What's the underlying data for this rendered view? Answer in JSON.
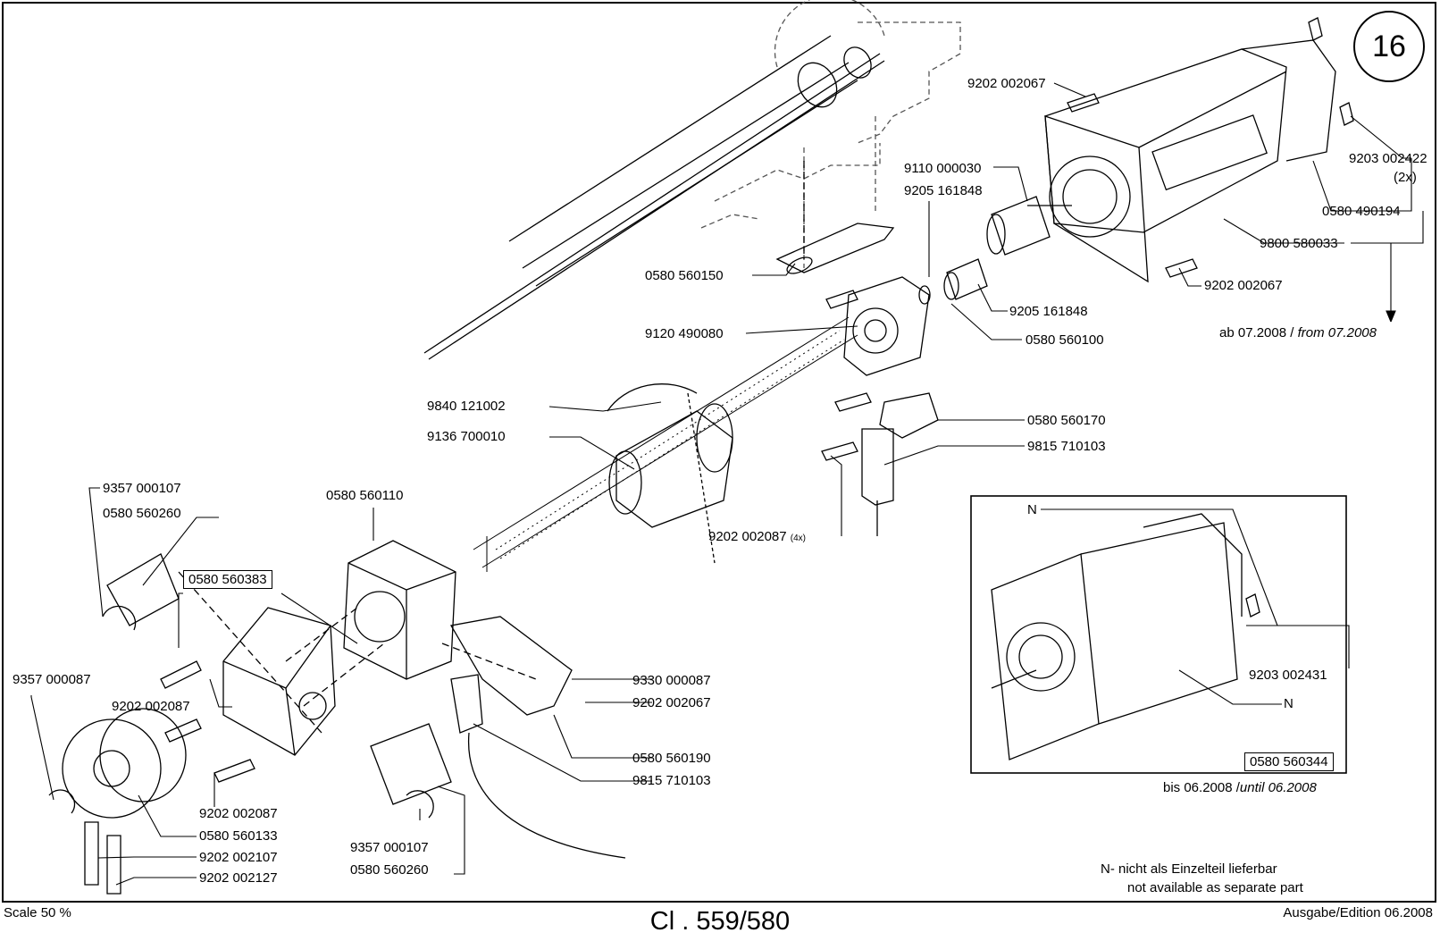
{
  "page_number": "16",
  "footer": {
    "scale": "Scale 50 %",
    "model": "Cl . 559/580",
    "edition": "Ausgabe/Edition 06.2008"
  },
  "labels": {
    "p_9202_002067_top": "9202 002067",
    "p_9203_002422": "9203 002422",
    "p_2x": "(2x)",
    "p_0580_490194": "0580 490194",
    "p_9800_580033": "9800 580033",
    "p_9202_002067_bottom": "9202 002067",
    "p_9110_000030": "9110 000030",
    "p_9205_161848_top": "9205 161848",
    "p_9205_161848_bottom": "9205 161848",
    "p_0580_560100": "0580 560100",
    "p_0580_560150": "0580 560150",
    "p_9120_490080": "9120 490080",
    "p_9840_121002": "9840 121002",
    "p_9136_700010": "9136 700010",
    "p_0580_560170": "0580 560170",
    "p_9815_710103_top": "9815 710103",
    "p_9202_002087_4x": "9202 002087",
    "p_4x": "(4x)",
    "p_9357_000107_left": "9357 000107",
    "p_0580_560260_left": "0580 560260",
    "p_0580_560110": "0580 560110",
    "p_0580_560383": "0580 560383",
    "p_9357_000087": "9357 000087",
    "p_9202_002087_mid": "9202 002087",
    "p_9202_002087_low": "9202 002087",
    "p_0580_560133": "0580 560133",
    "p_9202_002107": "9202 002107",
    "p_9202_002127": "9202 002127",
    "p_9357_000107_bottom": "9357 000107",
    "p_0580_560260_bottom": "0580 560260",
    "p_9330_000087": "9330 000087",
    "p_9202_002067_mid": "9202 002067",
    "p_0580_560190": "0580 560190",
    "p_9815_710103_bottom": "9815 710103",
    "p_9203_002431": "9203 002431",
    "p_0580_560344": "0580 560344",
    "inset_n_top": "N",
    "inset_n_bottom": "N"
  },
  "notes": {
    "from_de": "ab 07.2008 / ",
    "from_en": "from 07.2008",
    "until_de": "bis 06.2008 /",
    "until_en": "until 06.2008",
    "n_de": "N- nicht als Einzelteil lieferbar",
    "n_en": "not available as separate part"
  }
}
